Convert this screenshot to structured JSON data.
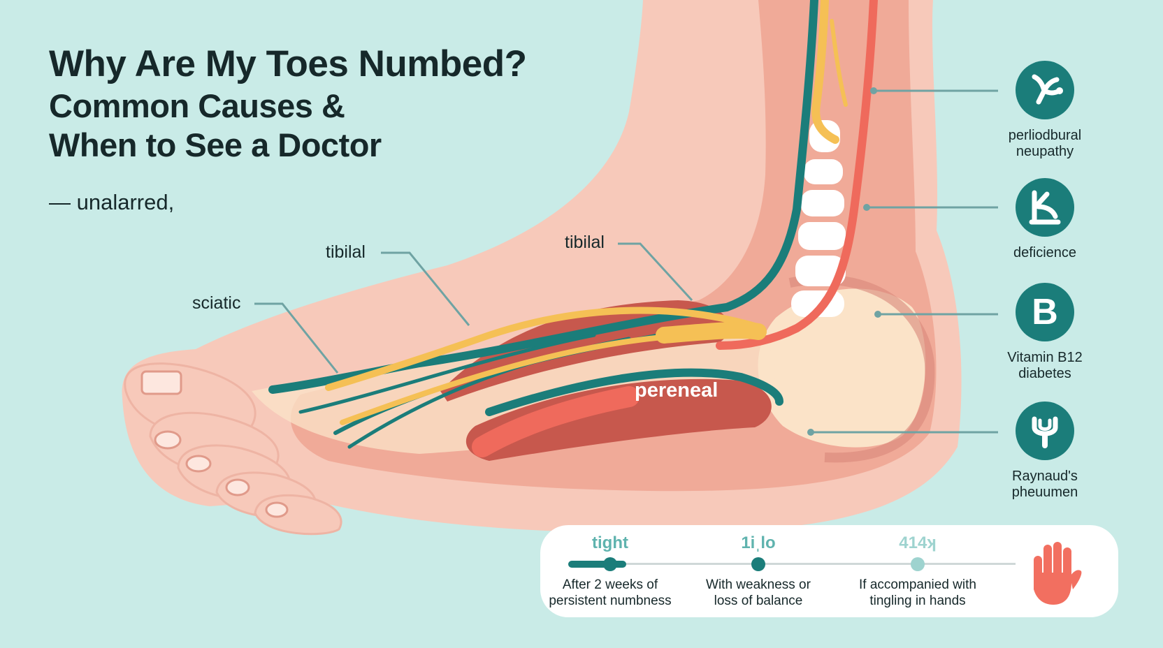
{
  "title": {
    "line1": "Why Are My Toes Numbed?",
    "line2": "Common Causes &",
    "line3": "When to See a Doctor"
  },
  "subtitle": "— unalarred,",
  "nerve_labels": {
    "tibial_left": "tibilal",
    "tibial_right": "tibilal",
    "sciatic": "sciatic",
    "pereneal": "pereneal"
  },
  "causes": [
    {
      "icon": "nerve-branch-icon",
      "label_line1": "perliodbural",
      "label_line2": "neupathy"
    },
    {
      "icon": "knee-joint-icon",
      "label_line1": "deficience",
      "label_line2": ""
    },
    {
      "icon": "letter-b-icon",
      "glyph": "B",
      "label_line1": "Vitamin B12",
      "label_line2": "diabetes"
    },
    {
      "icon": "blood-vessel-icon",
      "label_line1": "Raynaud's",
      "label_line2": "pheuumen"
    }
  ],
  "timeline": {
    "progress": 0.13,
    "steps": [
      {
        "heading": "tight",
        "desc_line1": "After 2 weeks of",
        "desc_line2": "persistent numbness"
      },
      {
        "heading": "1iˌlo",
        "desc_line1": "With weakness or",
        "desc_line2": "loss of balance"
      },
      {
        "heading": "414ʞ",
        "desc_line1": "If accompanied with",
        "desc_line2": "tingling in hands"
      }
    ]
  },
  "colors": {
    "background": "#c9ebe7",
    "skin": "#f7c9ba",
    "skin_dark": "#f0aa98",
    "teal": "#1b7d7a",
    "yellow_nerve": "#f5c055",
    "red_vessel": "#ef6a5c",
    "muscle": "#c7584d",
    "bone": "#fbe3c8",
    "hand": "#f26f60"
  }
}
